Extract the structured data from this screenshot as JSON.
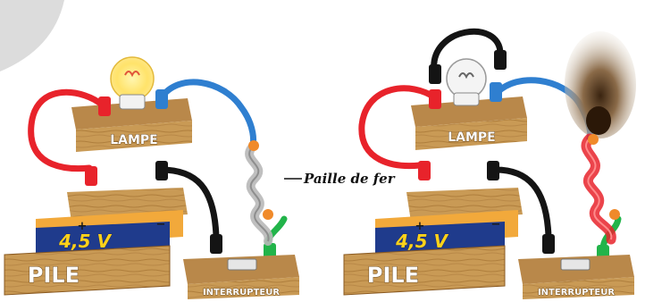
{
  "labels": {
    "lamp": "LAMPE",
    "battery": "PILE",
    "voltage": "4,5 V",
    "plus": "+",
    "minus": "−",
    "switch": "INTERRUPTEUR",
    "steel_wool": "Paille de fer"
  },
  "colors": {
    "red_wire": "#e8232b",
    "blue_wire": "#2f7fd0",
    "black_wire": "#141414",
    "green_wire": "#22b44a",
    "wood": "#c99a55",
    "battery_blue": "#1f3b8c",
    "battery_orange": "#f2a93b",
    "glow": "#ffe36b"
  },
  "icons": [
    "bulb-icon",
    "clip-icon",
    "switch-icon",
    "steel-wool-icon",
    "flame-smoke-icon"
  ]
}
